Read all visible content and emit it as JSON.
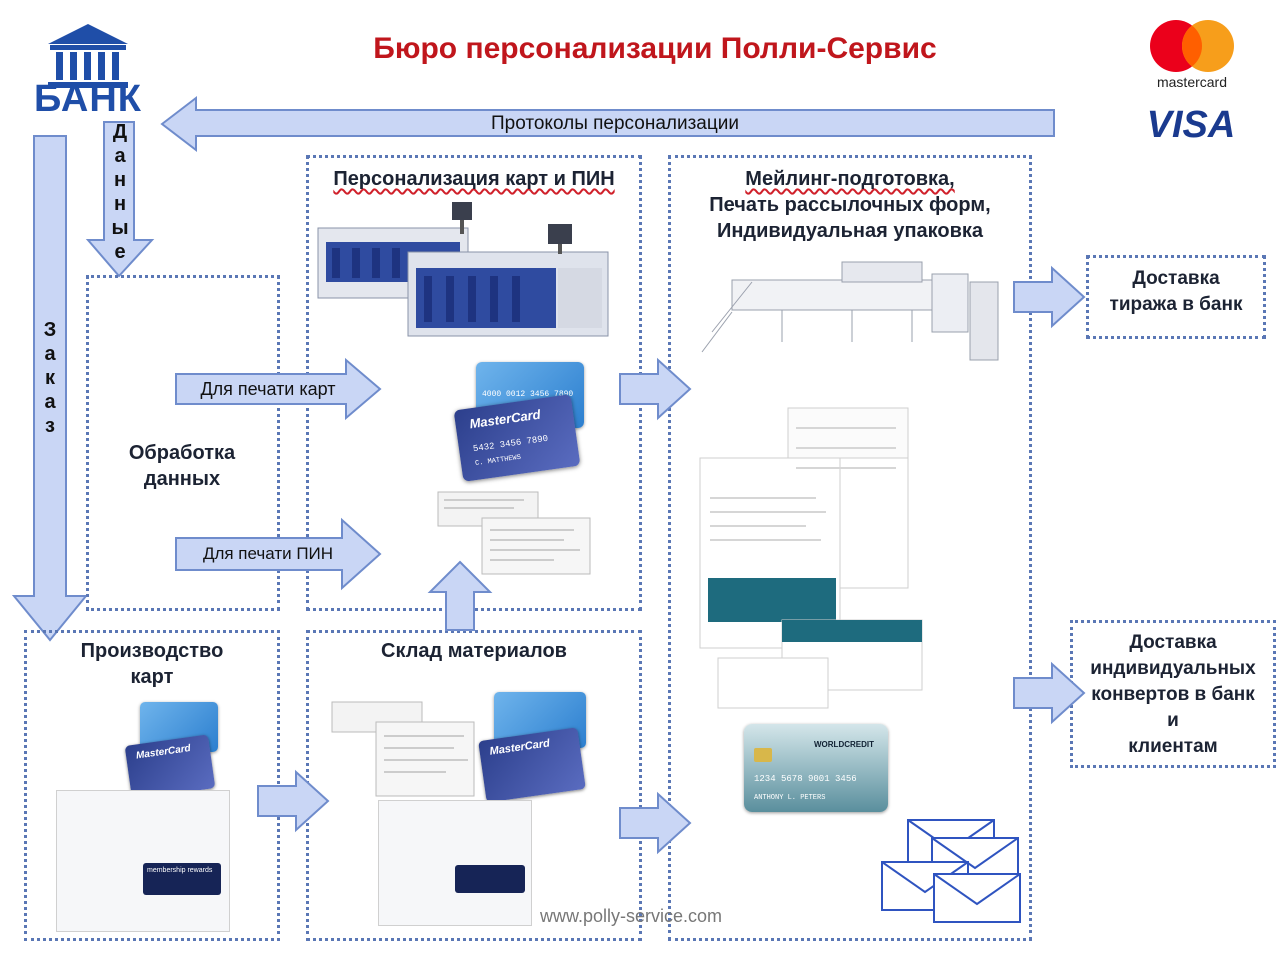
{
  "title": "Бюро персонализации Полли-Сервис",
  "bank_logo": {
    "label": "БАНК"
  },
  "brands": {
    "mastercard": "mastercard",
    "visa": "VISA"
  },
  "colors": {
    "title": "#c0161c",
    "arrow_fill": "#c9d6f5",
    "arrow_stroke": "#6f8ccc",
    "dashed_border": "#5a77b5"
  },
  "top_arrow": {
    "label": "Протоколы персонализации"
  },
  "vertical_labels": {
    "data": [
      "Д",
      "а",
      "н",
      "н",
      "ы",
      "е"
    ],
    "order": [
      "З",
      "а",
      "к",
      "а",
      "з"
    ]
  },
  "sections": {
    "processing": {
      "title_line1": "Обработка",
      "title_line2": "данных"
    },
    "personalization": {
      "title": "Персонализация карт и ПИН"
    },
    "mailing": {
      "line1": "Мейлинг-подготовка,",
      "line2": "Печать рассылочных форм,",
      "line3": "Индивидуальная упаковка"
    },
    "production": {
      "line1": "Производство",
      "line2": "карт"
    },
    "warehouse": {
      "title": "Склад материалов"
    },
    "delivery_print": {
      "line1": "Доставка",
      "line2": "тиража в банк"
    },
    "delivery_individual": {
      "line1": "Доставка",
      "line2": "индивидуальных",
      "line3": "конвертов в банк",
      "line4": "и",
      "line5": "клиентам"
    }
  },
  "flow_arrows": {
    "cards": "Для печати карт",
    "pin": "Для печати ПИН"
  },
  "card_texts": {
    "mastercard_name": "MasterCard",
    "card_number": "5432 3456 7890",
    "visa_number": "4000 0012 3456 7890",
    "holder": "C. MATTHEWS",
    "worldcredit": "WORLDCREDIT",
    "wc_number": "1234 5678 9001 3456",
    "wc_holder": "ANTHONY L. PETERS",
    "membership": "membership rewards"
  },
  "footer": {
    "website": "www.polly-service.com"
  }
}
